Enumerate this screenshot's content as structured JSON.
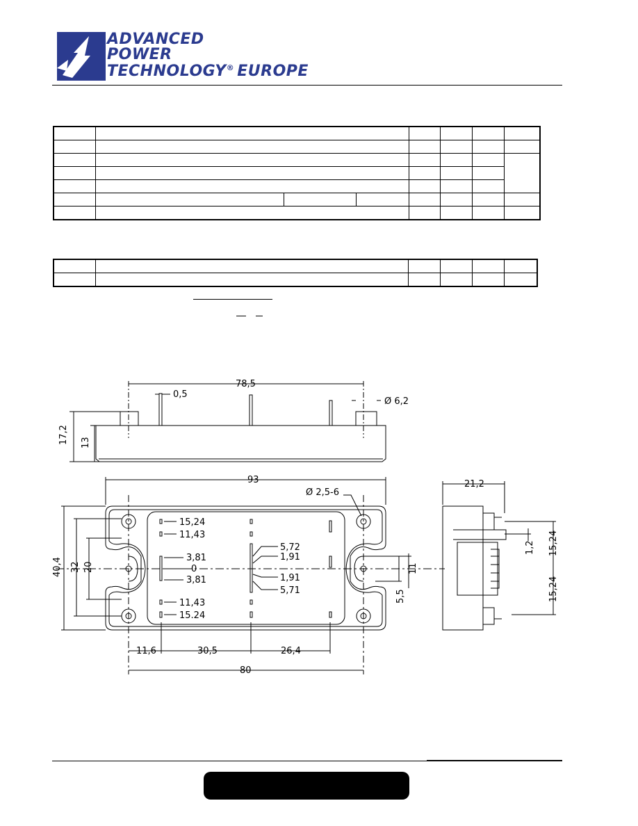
{
  "header": {
    "logo": {
      "line1": "ADVANCED",
      "line2": "POWER",
      "line3": "TECHNOLOGY",
      "registered": "®",
      "line3b": "EUROPE",
      "color": "#2b3b8f"
    }
  },
  "drawing": {
    "side_view": {
      "width": "78,5",
      "pin_width": "0,5",
      "hole_diameter": "Ø 6,2",
      "height_total": "17,2",
      "height_body": "13"
    },
    "top_view": {
      "length": "93",
      "hole_spec": "Ø 2,5-6",
      "height_total": "40,4",
      "hole_pitch_v": "32",
      "slot_pitch": "20",
      "pins_left": [
        "15,24",
        "11,43",
        "3,81",
        "0",
        "3,81",
        "11,43",
        "15.24"
      ],
      "pins_mid": [
        "5,72",
        "1,91",
        "1,91",
        "5,71"
      ],
      "slot_width": "11",
      "slot_depth": "5,5",
      "dim_a": "11,6",
      "dim_b": "30,5",
      "dim_c": "26,4",
      "hole_pitch_h": "80"
    },
    "end_view": {
      "width": "21,2",
      "pin_offset": "1,2",
      "pitch_upper": "15,24",
      "pitch_lower": "15,24"
    }
  }
}
